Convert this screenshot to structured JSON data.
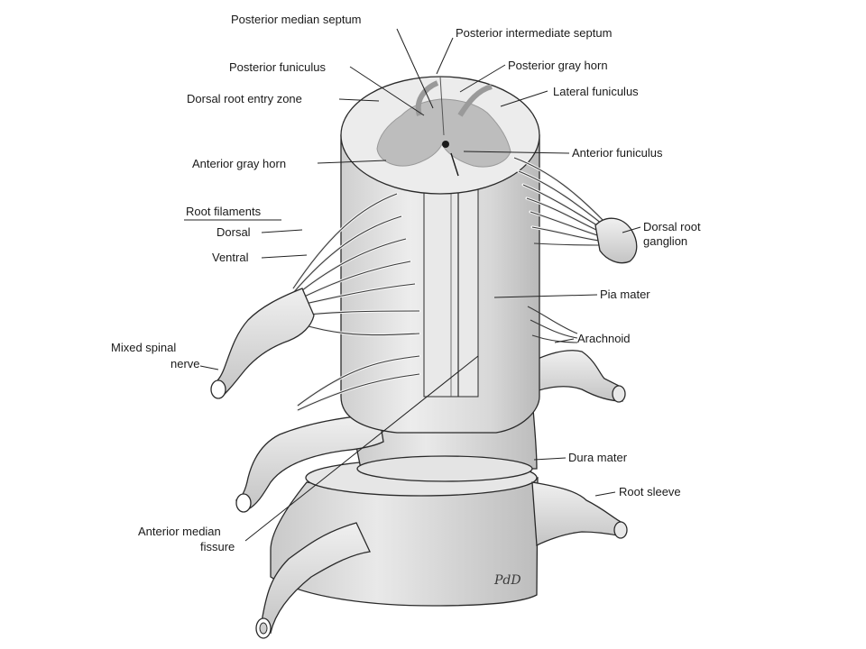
{
  "diagram": {
    "labels": {
      "posterior_median_septum": "Posterior median septum",
      "posterior_intermediate_septum": "Posterior intermediate septum",
      "posterior_funiculus": "Posterior funiculus",
      "posterior_gray_horn": "Posterior gray horn",
      "dorsal_root_entry_zone": "Dorsal root entry zone",
      "lateral_funiculus": "Lateral funiculus",
      "anterior_funiculus": "Anterior funiculus",
      "anterior_gray_horn": "Anterior gray horn",
      "root_filaments": "Root filaments",
      "dorsal": "Dorsal",
      "ventral": "Ventral",
      "dorsal_root_ganglion_line1": "Dorsal root",
      "dorsal_root_ganglion_line2": "ganglion",
      "pia_mater": "Pia mater",
      "arachnoid": "Arachnoid",
      "mixed_spinal_nerve_line1": "Mixed spinal",
      "mixed_spinal_nerve_line2": "nerve",
      "dura_mater": "Dura mater",
      "root_sleeve": "Root sleeve",
      "anterior_median_fissure_line1": "Anterior median",
      "anterior_median_fissure_line2": "fissure"
    },
    "signature": "PdD",
    "colors": {
      "ink": "#1a1a1a",
      "cord": "#d9d9d9",
      "cord_shade": "#bdbdbd",
      "gray_matter": "#b8b8b8",
      "membrane": "#dcdcdc"
    }
  }
}
